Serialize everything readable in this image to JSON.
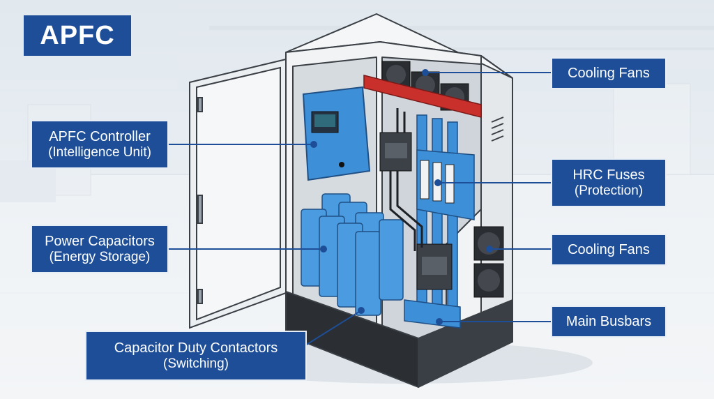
{
  "title": "APFC",
  "labels": {
    "cooling_fans_top": {
      "line1": "Cooling Fans"
    },
    "apfc_controller": {
      "line1": "APFC Controller",
      "line2": "(Intelligence Unit)"
    },
    "hrc_fuses": {
      "line1": "HRC Fuses",
      "line2": "(Protection)"
    },
    "power_capacitors": {
      "line1": "Power Capacitors",
      "line2": "(Energy Storage)"
    },
    "cooling_fans_side": {
      "line1": "Cooling Fans"
    },
    "main_busbars": {
      "line1": "Main Busbars"
    },
    "capacitor_contactors": {
      "line1": "Capacitor Duty Contactors",
      "line2": "(Switching)"
    }
  },
  "colors": {
    "label_bg": "#1d4e97",
    "component_blue": "#3d8fd8",
    "busbar_red": "#c9302c",
    "cabinet": "#f2f4f5"
  }
}
